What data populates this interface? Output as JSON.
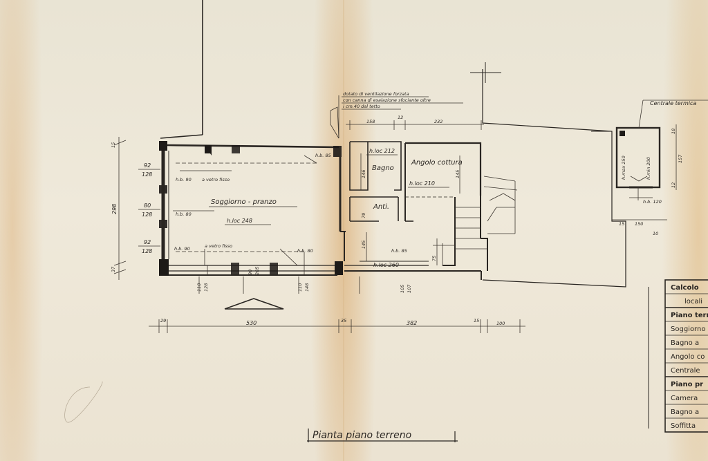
{
  "sheet": {
    "title": "Pianta piano terreno"
  },
  "rooms": {
    "soggiorno": {
      "name": "Soggiorno - pranzo",
      "h": "h.loc 248"
    },
    "bagno": {
      "name": "Bagno",
      "h": "h.loc 212"
    },
    "angolo": {
      "name": "Angolo cottura",
      "h": "h.loc 210"
    },
    "antibagno": {
      "name": "Anti."
    },
    "ingresso": {
      "h": "h.loc 260"
    },
    "centrale": {
      "name": "Centrale termica",
      "hmax": "h.max 250",
      "hmin": "h.min 200"
    }
  },
  "notes": {
    "vent_1": "dotato di ventilazione forzata",
    "vent_2": "con canna di esalazione sfociante oltre",
    "vent_3": "i cm.40 dal tetto",
    "window1": "a vetro fisso",
    "window2": "a vetro fisso",
    "hb1": "h.b. 90",
    "hb2": "h.b. 90",
    "hb3": "h.b. 80",
    "hb4": "h.b. 80",
    "hb5": "h.b. 85",
    "hb6": "h.b. 85",
    "hb7": "h.b. 120"
  },
  "dimensions": {
    "bottom": [
      "29",
      "530",
      "35",
      "382",
      "15",
      "100"
    ],
    "left_total": "298",
    "left_top": "15",
    "left_bottom": "37",
    "w1": [
      "92",
      "128"
    ],
    "w2": [
      "80",
      "128"
    ],
    "w3": [
      "92",
      "128"
    ],
    "d1": [
      "110",
      "128"
    ],
    "d2": [
      "90",
      "205"
    ],
    "d3": [
      "110",
      "148"
    ],
    "d4": [
      "105",
      "107"
    ],
    "top_mid": [
      "158",
      "12",
      "232"
    ],
    "bagno_v": [
      "146",
      "79"
    ],
    "ingresso_v": "145",
    "angolo_v": [
      "145",
      "75"
    ],
    "ct_right": [
      "18",
      "157",
      "12"
    ],
    "ct_bottom": [
      "15",
      "150",
      "10"
    ]
  },
  "table": {
    "rows": [
      "Calcolo",
      "locali",
      "Piano terr",
      "Soggiorno",
      "Bagno a",
      "Angolo co",
      "Centrale",
      "Piano pr",
      "Camera",
      "Bagno a",
      "Soffitta"
    ]
  }
}
